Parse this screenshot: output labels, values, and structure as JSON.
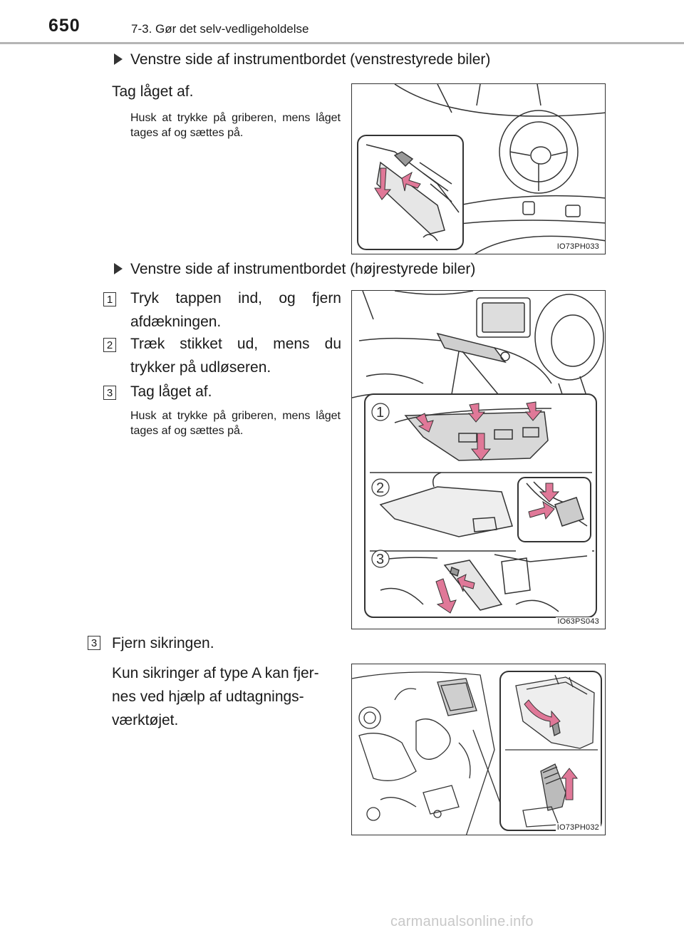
{
  "header": {
    "page_number": "650",
    "section_title": "7-3. Gør det selv-vedligeholdelse"
  },
  "block1": {
    "heading": "Venstre side af instrumentbordet (venstrestyrede biler)",
    "instruction": "Tag låget af.",
    "note": "Husk at trykke på griberen, mens låget tages af og sættes på.",
    "figure_id": "IO73PH033"
  },
  "block2": {
    "heading": "Venstre side af instrumentbordet (højrestyrede biler)",
    "steps": [
      {
        "num": "1",
        "text": "Tryk tappen ind, og fjern afdækningen."
      },
      {
        "num": "2",
        "text": "Træk stikket ud, mens du trykker på udløseren."
      },
      {
        "num": "3",
        "text": "Tag låget af."
      }
    ],
    "note": "Husk at trykke på griberen, mens låget tages af og sættes på.",
    "figure_id": "IO63PS043",
    "callouts": [
      "1",
      "2",
      "3"
    ]
  },
  "block3": {
    "step_num": "3",
    "instruction": "Fjern sikringen.",
    "note": "Kun sikringer af type A kan fjernes ved hjælp af udtagnings- værktøjet.",
    "note_lines": [
      "Kun sikringer af type A kan fjer-",
      "nes ved hjælp af udtagnings-",
      "værktøjet."
    ],
    "figure_id": "IO73PH032"
  },
  "footer": {
    "watermark": "carmanualsonline.info"
  },
  "colors": {
    "arrow_pink": "#e07898",
    "line": "#333333",
    "header_rule": "#b5b5b5"
  }
}
